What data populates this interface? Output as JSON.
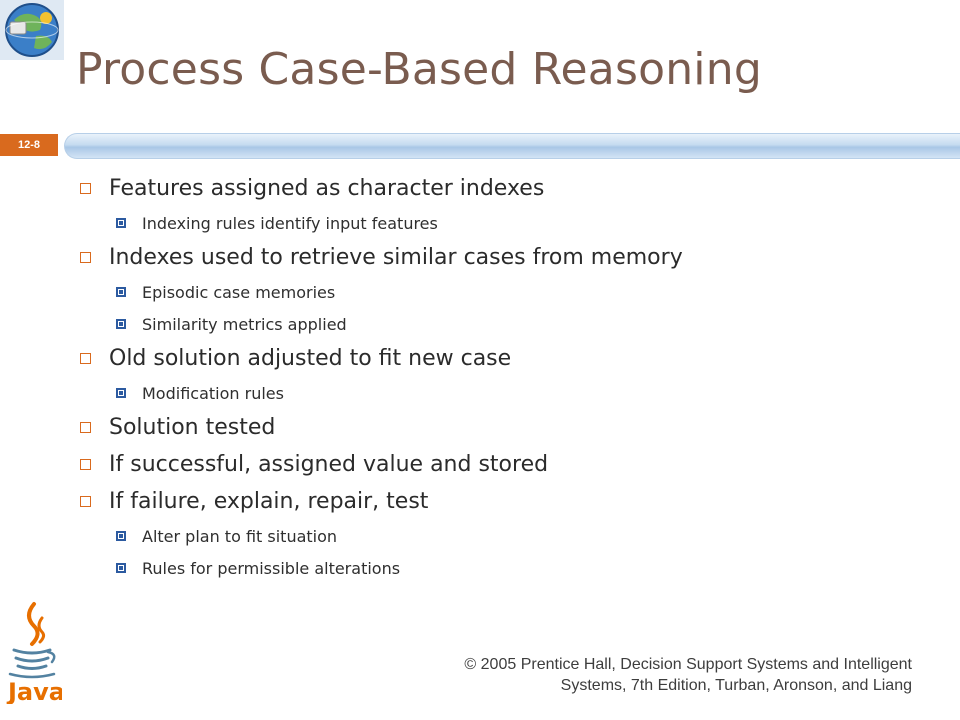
{
  "slide": {
    "title": "Process Case-Based Reasoning",
    "number": "12-8"
  },
  "bullets": [
    {
      "level": 1,
      "text": "Features assigned as character indexes"
    },
    {
      "level": 2,
      "text": "Indexing rules identify input features"
    },
    {
      "level": 1,
      "text": "Indexes used to retrieve similar cases from memory"
    },
    {
      "level": 2,
      "text": "Episodic case memories"
    },
    {
      "level": 2,
      "text": "Similarity metrics applied"
    },
    {
      "level": 1,
      "text": "Old solution adjusted to fit new case"
    },
    {
      "level": 2,
      "text": "Modification rules"
    },
    {
      "level": 1,
      "text": "Solution tested"
    },
    {
      "level": 1,
      "text": "If successful, assigned value and stored"
    },
    {
      "level": 1,
      "text": "If failure, explain, repair, test"
    },
    {
      "level": 2,
      "text": "Alter plan to fit situation"
    },
    {
      "level": 2,
      "text": "Rules for permissible alterations"
    }
  ],
  "footer": {
    "line1": "© 2005  Prentice Hall, Decision Support Systems and Intelligent",
    "line2": "Systems, 7th Edition, Turban, Aronson, and Liang"
  },
  "logos": {
    "top_left": "globe-logo-icon",
    "bottom_left": "java-logo-icon",
    "java_wordmark": "Java"
  },
  "colors": {
    "title": "#7a5c4f",
    "accent": "#d96a1e",
    "sub_bullet": "#2c5aa0"
  }
}
